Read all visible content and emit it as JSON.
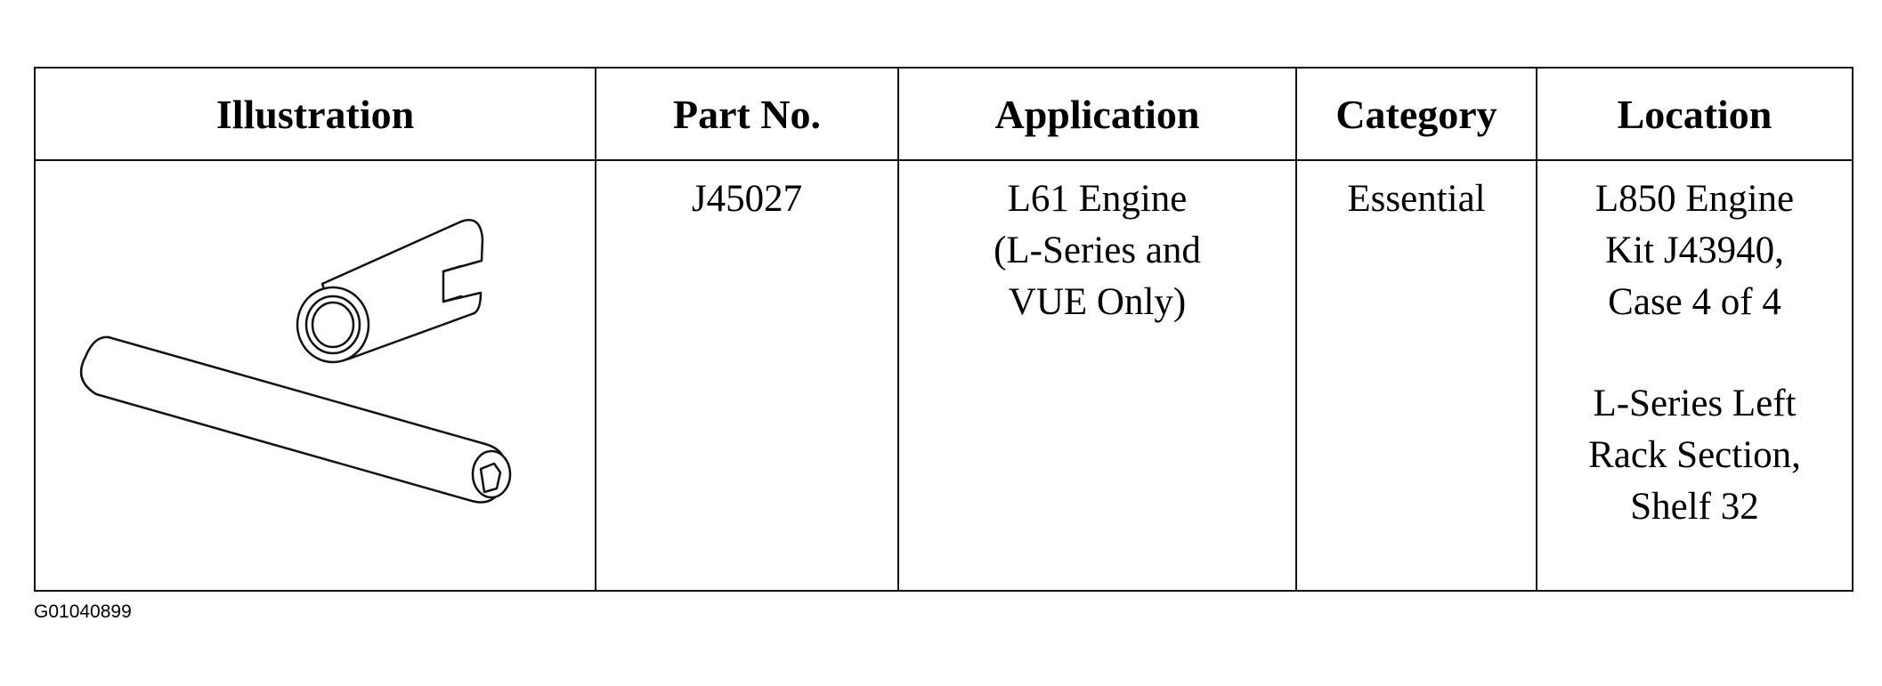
{
  "table": {
    "headers": [
      "Illustration",
      "Part No.",
      "Application",
      "Category",
      "Location"
    ],
    "row": {
      "part_no": "J45027",
      "application": [
        "L61 Engine",
        "(L-Series and",
        "VUE Only)"
      ],
      "category": "Essential",
      "location": [
        "L850 Engine",
        "Kit J43940,",
        "Case 4 of 4",
        "L-Series Left",
        "Rack Section,",
        "Shelf 32"
      ]
    }
  },
  "figure_code": "G01040899",
  "illustration": {
    "icon": "tool-pin-and-sleeve-icon"
  }
}
